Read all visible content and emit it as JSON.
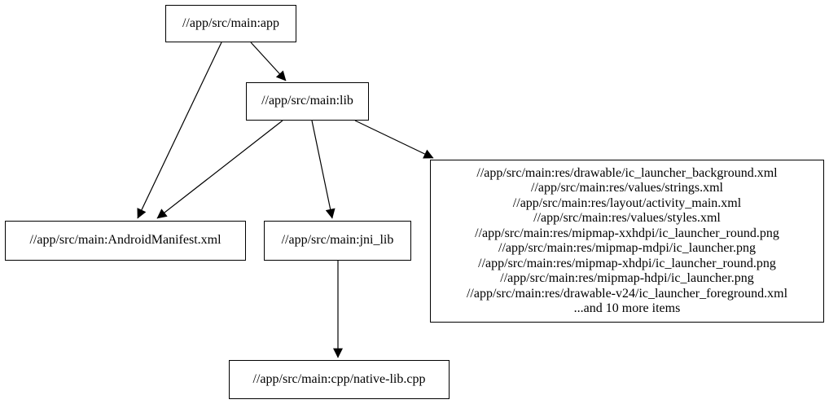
{
  "graph": {
    "nodes": {
      "app": {
        "label": "//app/src/main:app"
      },
      "lib": {
        "label": "//app/src/main:lib"
      },
      "manifest": {
        "label": "//app/src/main:AndroidManifest.xml"
      },
      "jni_lib": {
        "label": "//app/src/main:jni_lib"
      },
      "res": {
        "lines": [
          "//app/src/main:res/drawable/ic_launcher_background.xml",
          "//app/src/main:res/values/strings.xml",
          "//app/src/main:res/layout/activity_main.xml",
          "//app/src/main:res/values/styles.xml",
          "//app/src/main:res/mipmap-xxhdpi/ic_launcher_round.png",
          "//app/src/main:res/mipmap-mdpi/ic_launcher.png",
          "//app/src/main:res/mipmap-xhdpi/ic_launcher_round.png",
          "//app/src/main:res/mipmap-hdpi/ic_launcher.png",
          "//app/src/main:res/drawable-v24/ic_launcher_foreground.xml",
          "...and 10 more items"
        ]
      },
      "native_lib": {
        "label": "//app/src/main:cpp/native-lib.cpp"
      }
    },
    "edges": [
      {
        "from": "app",
        "to": "manifest"
      },
      {
        "from": "app",
        "to": "lib"
      },
      {
        "from": "lib",
        "to": "manifest"
      },
      {
        "from": "lib",
        "to": "jni_lib"
      },
      {
        "from": "lib",
        "to": "res"
      },
      {
        "from": "jni_lib",
        "to": "native_lib"
      }
    ],
    "colors": {
      "node_border": "#000000",
      "node_fill": "#ffffff",
      "edge": "#000000",
      "text": "#000000",
      "background": "#ffffff"
    }
  }
}
